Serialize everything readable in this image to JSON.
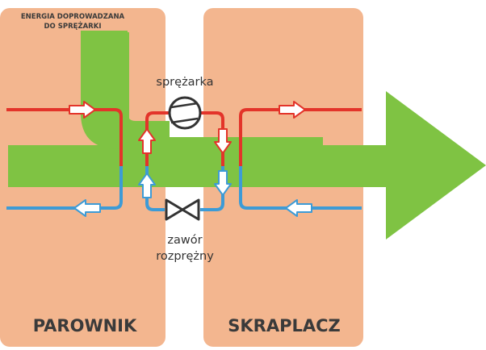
{
  "labels": {
    "energy_line1": "ENERGIA DOPROWADZANA",
    "energy_line2": "DO SPRĘŻARKI",
    "compressor": "sprężarka",
    "valve_line1": "zawór",
    "valve_line2": "rozprężny",
    "evaporator": "PAROWNIK",
    "condenser": "SKRAPLACZ"
  },
  "colors": {
    "panel": "#f3b68f",
    "energy_flow": "#7fc343",
    "hot_pipe": "#e3342a",
    "cold_pipe": "#3d9bd6",
    "arrow_fill": "#ffffff",
    "text": "#3a3a3a"
  }
}
